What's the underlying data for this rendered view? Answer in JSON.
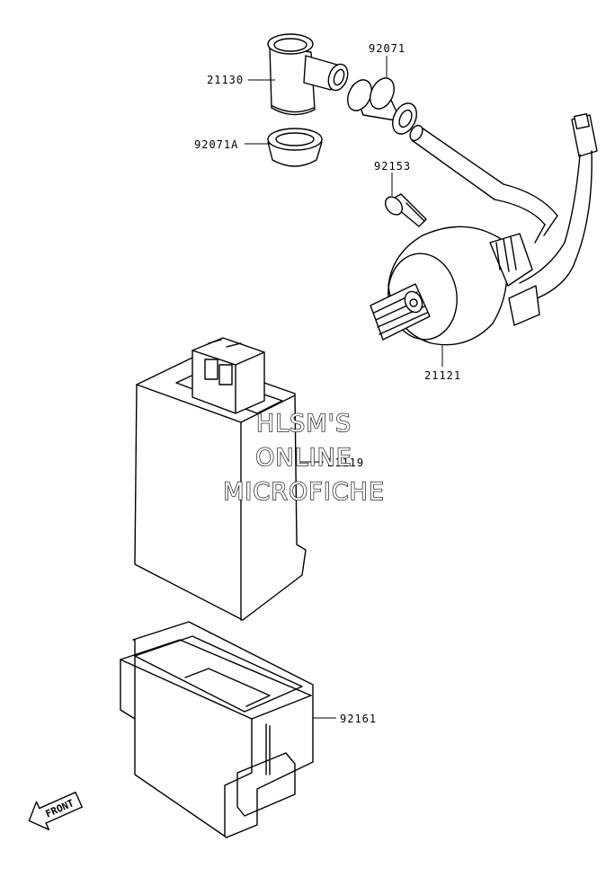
{
  "parts": {
    "cap": "21130",
    "seal_a": "92071A",
    "seal": "92071",
    "bolt": "92153",
    "ignition_coil": "21121",
    "igniter": "21119",
    "case": "92161"
  },
  "watermark": {
    "line1": "HLSM'S",
    "line2": "ONLINE",
    "line3": "MICROFICHE"
  },
  "front_arrow": "FRONT"
}
